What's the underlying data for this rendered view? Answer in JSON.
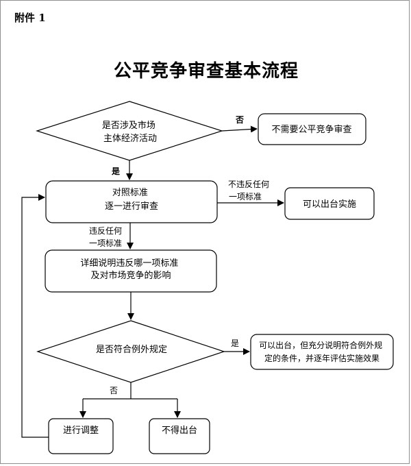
{
  "attachment_label": "附件 1",
  "title": "公平竞争审查基本流程",
  "nodes": {
    "decision_market": [
      "是否涉及市场",
      "主体经济活动"
    ],
    "no_review": "不需要公平竞争审查",
    "compare_standards": [
      "对照标准",
      "逐一进行审查"
    ],
    "can_issue": "可以出台实施",
    "explain_violation": [
      "详细说明违反哪一项标准",
      "及对市场竞争的影响"
    ],
    "decision_exception": "是否符合例外规定",
    "issue_with_explanation": [
      "可以出台，但充分说明符合例外规",
      "定的条件，并逐年评估实施效果"
    ],
    "adjust": "进行调整",
    "cannot_issue": "不得出台"
  },
  "edge_labels": {
    "market_no": "否",
    "market_yes": "是",
    "no_violation": [
      "不违反任何",
      "一项标准"
    ],
    "violation": [
      "违反任何",
      "一项标准"
    ],
    "exception_yes": "是",
    "exception_no": "否"
  }
}
